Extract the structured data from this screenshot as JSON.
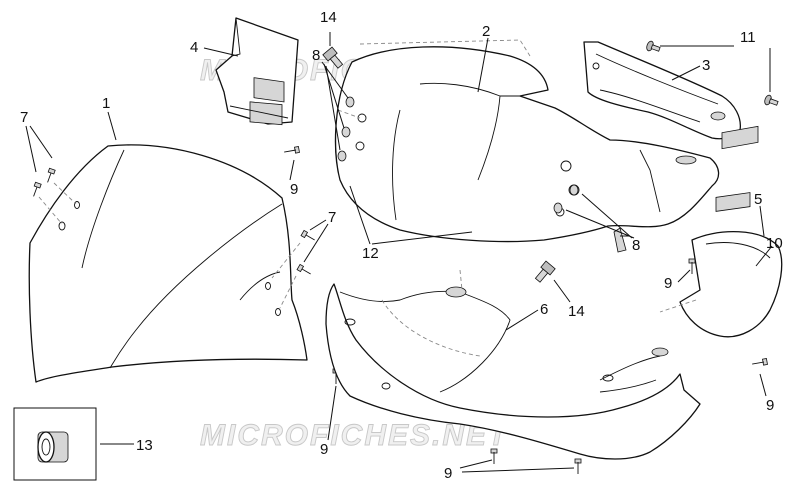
{
  "watermark": "MICROFICHES.NET",
  "labels": {
    "n1": "1",
    "n2": "2",
    "n3": "3",
    "n4": "4",
    "n5": "5",
    "n6": "6",
    "n7a": "7",
    "n7b": "7",
    "n8a": "8",
    "n8b": "8",
    "n9a": "9",
    "n9b": "9",
    "n9c": "9",
    "n9d": "9",
    "n9e": "9",
    "n10": "10",
    "n11": "11",
    "n12": "12",
    "n13": "13",
    "n14a": "14",
    "n14b": "14"
  }
}
